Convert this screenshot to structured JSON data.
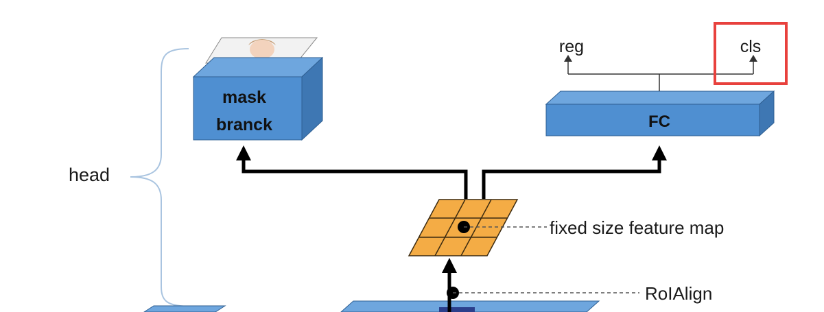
{
  "colors": {
    "box_front": "#4f8fd1",
    "box_top": "#6ea6de",
    "box_side": "#3e77b3",
    "box_edge": "#2f5f92",
    "grid_fill": "#f4ac45",
    "grid_line": "#3b2a10",
    "brace": "#a9c4e0",
    "highlight": "#e8413d",
    "arrow": "#000000"
  },
  "head_label": "head",
  "mask_branch": {
    "line1": "mask",
    "line2": "branck",
    "thumbnail": "face-image"
  },
  "fc": {
    "label": "FC"
  },
  "outputs": {
    "reg": "reg",
    "cls": "cls"
  },
  "feature_map_label": "fixed size feature map",
  "roialign_label": "RoIAlign"
}
